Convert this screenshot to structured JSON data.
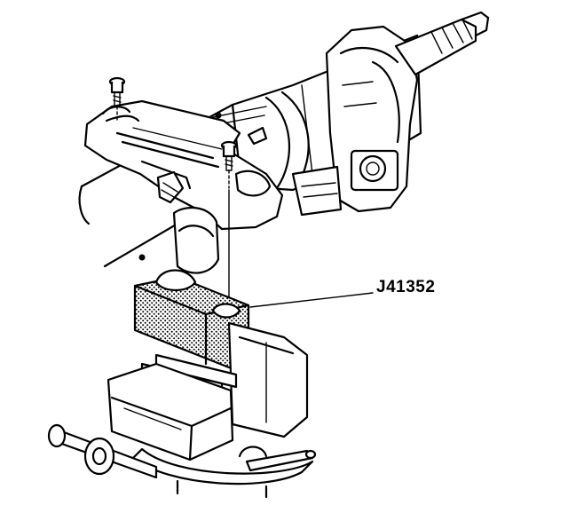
{
  "diagram": {
    "callout": {
      "label": "J41352"
    },
    "parts": {
      "steering_column": "steering-column",
      "mounting_bracket": "mounting-bracket",
      "bolts": [
        "bolt-left",
        "bolt-right"
      ],
      "holding_fixture": "holding-fixture",
      "bench_vise": "bench-vise"
    },
    "colors": {
      "ink": "#000000",
      "background": "#ffffff"
    }
  }
}
